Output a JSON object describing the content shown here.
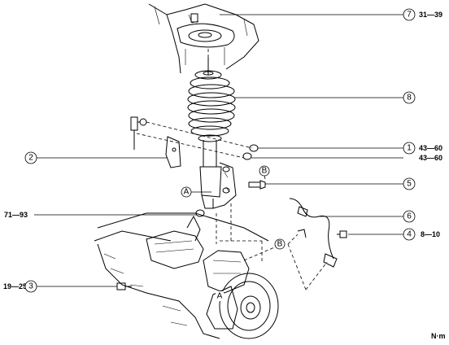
{
  "callouts": [
    {
      "id": "7",
      "torque": "31—39"
    },
    {
      "id": "8",
      "torque": ""
    },
    {
      "id": "1",
      "torque": "43—60"
    },
    {
      "id": "2",
      "torque": ""
    },
    {
      "id": "5",
      "torque": ""
    },
    {
      "id": "6",
      "torque": ""
    },
    {
      "id": "4",
      "torque": "8—10"
    },
    {
      "id": "3",
      "torque": "19—25"
    }
  ],
  "extra_torques": {
    "nut_left": "71—93",
    "nut_right": "43—60"
  },
  "reference_letters": {
    "a1": "A",
    "a2": "A",
    "b1": "B",
    "b2": "B"
  },
  "unit_label": "N·m",
  "icons": [
    "exploded-strut-assembly-drawing"
  ]
}
